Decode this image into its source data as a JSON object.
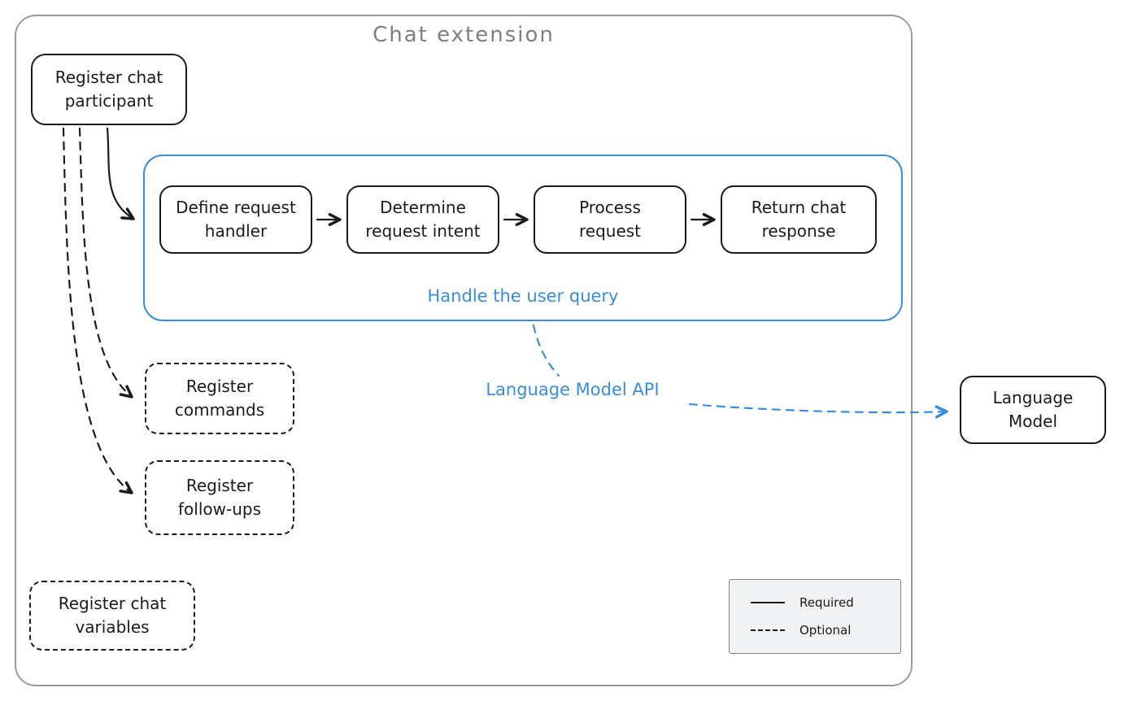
{
  "colors": {
    "ink": "#1b1b1b",
    "accent": "#3a8dd9",
    "outline": "#9b9b9b",
    "titlegray": "#7f7f7f",
    "legendbg": "#f1f2f4"
  },
  "diagram": {
    "title": "Chat extension",
    "nodes": {
      "register_chat_participant": "Register chat\nparticipant",
      "define_request_handler": "Define request\nhandler",
      "determine_request_intent": "Determine\nrequest intent",
      "process_request": "Process\nrequest",
      "return_chat_response": "Return chat\nresponse",
      "register_commands": "Register\ncommands",
      "register_follow_ups": "Register\nfollow-ups",
      "register_chat_variables": "Register chat\nvariables",
      "language_model": "Language\nModel"
    },
    "labels": {
      "handle_user_query": "Handle the user query",
      "language_model_api": "Language Model API"
    },
    "legend": {
      "required": "Required",
      "optional": "Optional"
    }
  }
}
